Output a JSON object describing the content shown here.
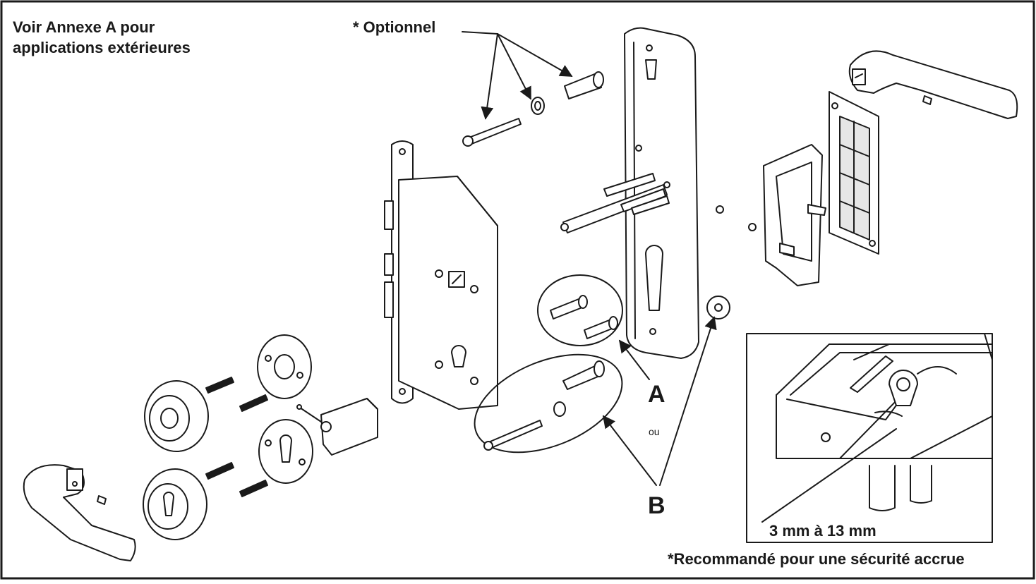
{
  "note": {
    "line1": "Voir Annexe A pour",
    "line2": "applications extérieures"
  },
  "optional_label": "* Optionnel",
  "labels": {
    "a": "A",
    "or": "ou",
    "b": "B"
  },
  "inset": {
    "measurement": "3 mm à 13 mm"
  },
  "footnote": "*Recommandé pour une sécurité accrue",
  "colors": {
    "line": "#1a1a1a",
    "fill": "#ffffff",
    "shade": "#e6e6e6"
  }
}
